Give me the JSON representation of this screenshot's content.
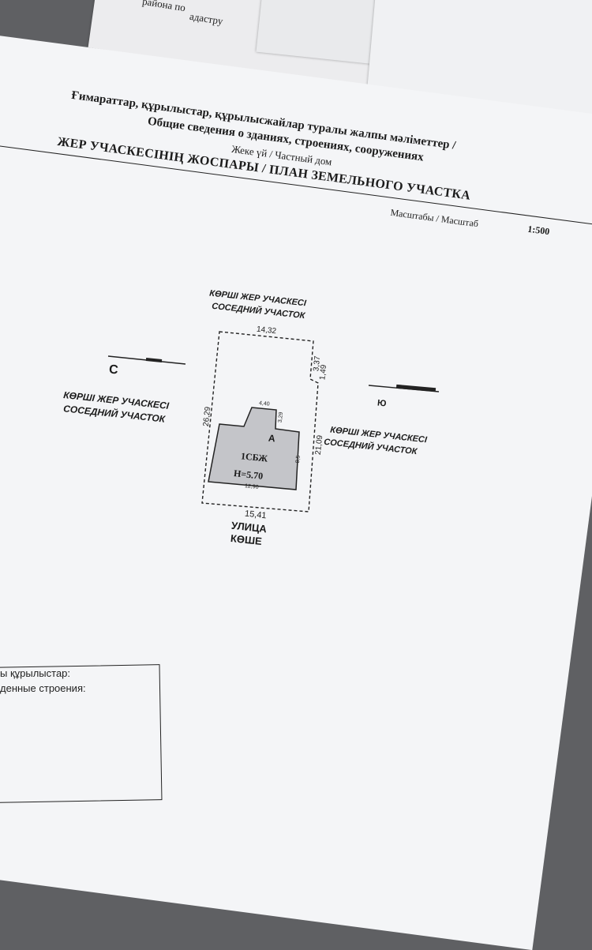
{
  "top_sheet": {
    "line1": "районa по",
    "line2": "адастру"
  },
  "header": {
    "title_kz": "Ғимараттар, құрылыстар, құрылысжайлар туралы жалпы мәліметтер /",
    "title_ru": "Общие сведения о зданиях, строениях, сооружениях",
    "house_type": "Жеке үй / Частный дом",
    "plan_title": "ЖЕР УЧАСКЕСІНІҢ ЖОСПАРЫ / ПЛАН ЗЕМЕЛЬНОГО УЧАСТКА",
    "scale_label": "Масштабы / Масштаб",
    "scale_value": "1:500"
  },
  "plan": {
    "neighbor_top_kz": "КӨРШІ ЖЕР УЧАСКЕСІ",
    "neighbor_top_ru": "СОСЕДНИЙ УЧАСТОК",
    "neighbor_left_kz": "КӨРШІ ЖЕР УЧАСКЕСІ",
    "neighbor_left_ru": "СОСЕДНИЙ УЧАСТОК",
    "neighbor_right_kz": "КӨРШІ ЖЕР УЧАСКЕСІ",
    "neighbor_right_ru": "СОСЕДНИЙ УЧАСТОК",
    "street_ru": "УЛИЦА",
    "street_kz": "КӨШЕ",
    "north": "С",
    "south": "Ю",
    "dims": {
      "top": "14,32",
      "right_upper": "3,37",
      "right_small": "1,49",
      "left": "26,29",
      "right": "21,09",
      "bottom": "15,41",
      "building_top": "4,40",
      "building_notch": "3,29",
      "building_right": "8,5",
      "building_bottom": "12,90"
    },
    "building_letter": "А",
    "building_code": "1СБЖ",
    "building_height": "Н=5.70"
  },
  "legend": {
    "line1": "ы құрылыстар:",
    "line2": "денные строения:"
  }
}
